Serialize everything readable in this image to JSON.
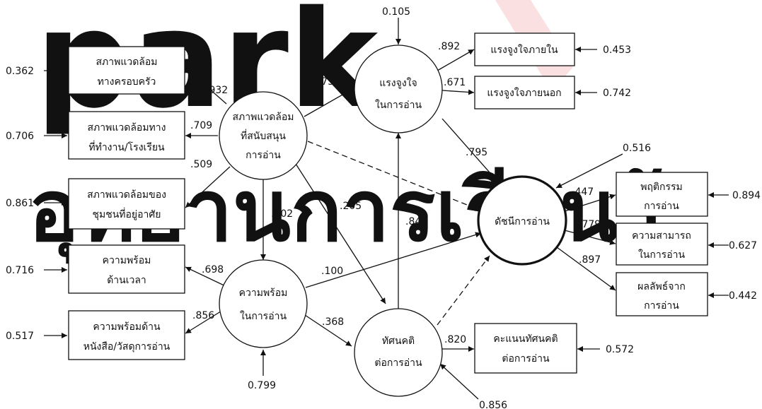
{
  "colors": {
    "ink": "#111111",
    "watermark": "#ececec",
    "watermark_accent": "#f6cccc"
  },
  "watermark": {
    "latin": "park",
    "thai": "อุทยานการเรียนรู้"
  },
  "observed": {
    "env_family": [
      "สภาพแวดล้อม",
      "ทางครอบครัว"
    ],
    "env_work": [
      "สภาพแวดล้อมทาง",
      "ที่ทำงาน/โรงเรียน"
    ],
    "env_comm": [
      "สภาพแวดล้อมของ",
      "ชุมชนที่อยู่อาศัย"
    ],
    "ready_time": [
      "ความพร้อม",
      "ด้านเวลา"
    ],
    "ready_book": [
      "ความพร้อมด้าน",
      "หนังสือ/วัสดุการอ่าน"
    ],
    "mot_in": [
      "แรงจูงใจภายใน"
    ],
    "mot_out": [
      "แรงจูงใจภายนอก"
    ],
    "behav": [
      "พฤติกรรม",
      "การอ่าน"
    ],
    "ability": [
      "ความสามารถ",
      "ในการอ่าน"
    ],
    "outcome": [
      "ผลลัพธ์จาก",
      "การอ่าน"
    ],
    "att_score": [
      "คะแนนทัศนคติ",
      "ต่อการอ่าน"
    ]
  },
  "latent": {
    "env": [
      "สภาพแวดล้อม",
      "ที่สนับสนุน",
      "การอ่าน"
    ],
    "ready": [
      "ความพร้อม",
      "ในการอ่าน"
    ],
    "mot": [
      "แรงจูงใจ",
      "ในการอ่าน"
    ],
    "att": [
      "ทัศนคติ",
      "ต่อการอ่าน"
    ],
    "index": [
      "ดัชนีการอ่าน"
    ]
  },
  "coefficients": {
    "env_family": ".932",
    "env_work": ".709",
    "env_comm": ".509",
    "env_mot": ".275",
    "env_ready": ".602",
    "env_att": ".205",
    "ready_time": ".698",
    "ready_book": ".856",
    "ready_index": ".100",
    "ready_att": ".368",
    "mot_in": ".892",
    "mot_out": ".671",
    "mot_index": ".795",
    "att_mot": ".845",
    "att_score": ".820",
    "index_behav": ".447",
    "index_ability": ".779",
    "index_outcome": ".897"
  },
  "errors": {
    "env_family": "0.362",
    "env_work": "0.706",
    "env_comm": "0.861",
    "ready_time": "0.716",
    "ready_book": "0.517",
    "mot_in": "0.453",
    "mot_out": "0.742",
    "behav": "0.894",
    "ability": "0.627",
    "outcome": "0.442",
    "att_score": "0.572",
    "mot": "0.105",
    "index": "0.516",
    "ready": "0.799",
    "att": "0.856"
  }
}
